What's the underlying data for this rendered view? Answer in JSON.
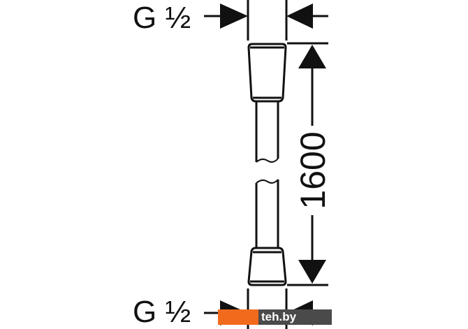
{
  "thread_top": "G ½",
  "thread_bottom": "G ½",
  "length_dimension": "1600",
  "watermark": "teh.by",
  "colors": {
    "line": "#111111",
    "logo_orange": "#f26b1d",
    "logo_gray": "#4a4a4a"
  }
}
